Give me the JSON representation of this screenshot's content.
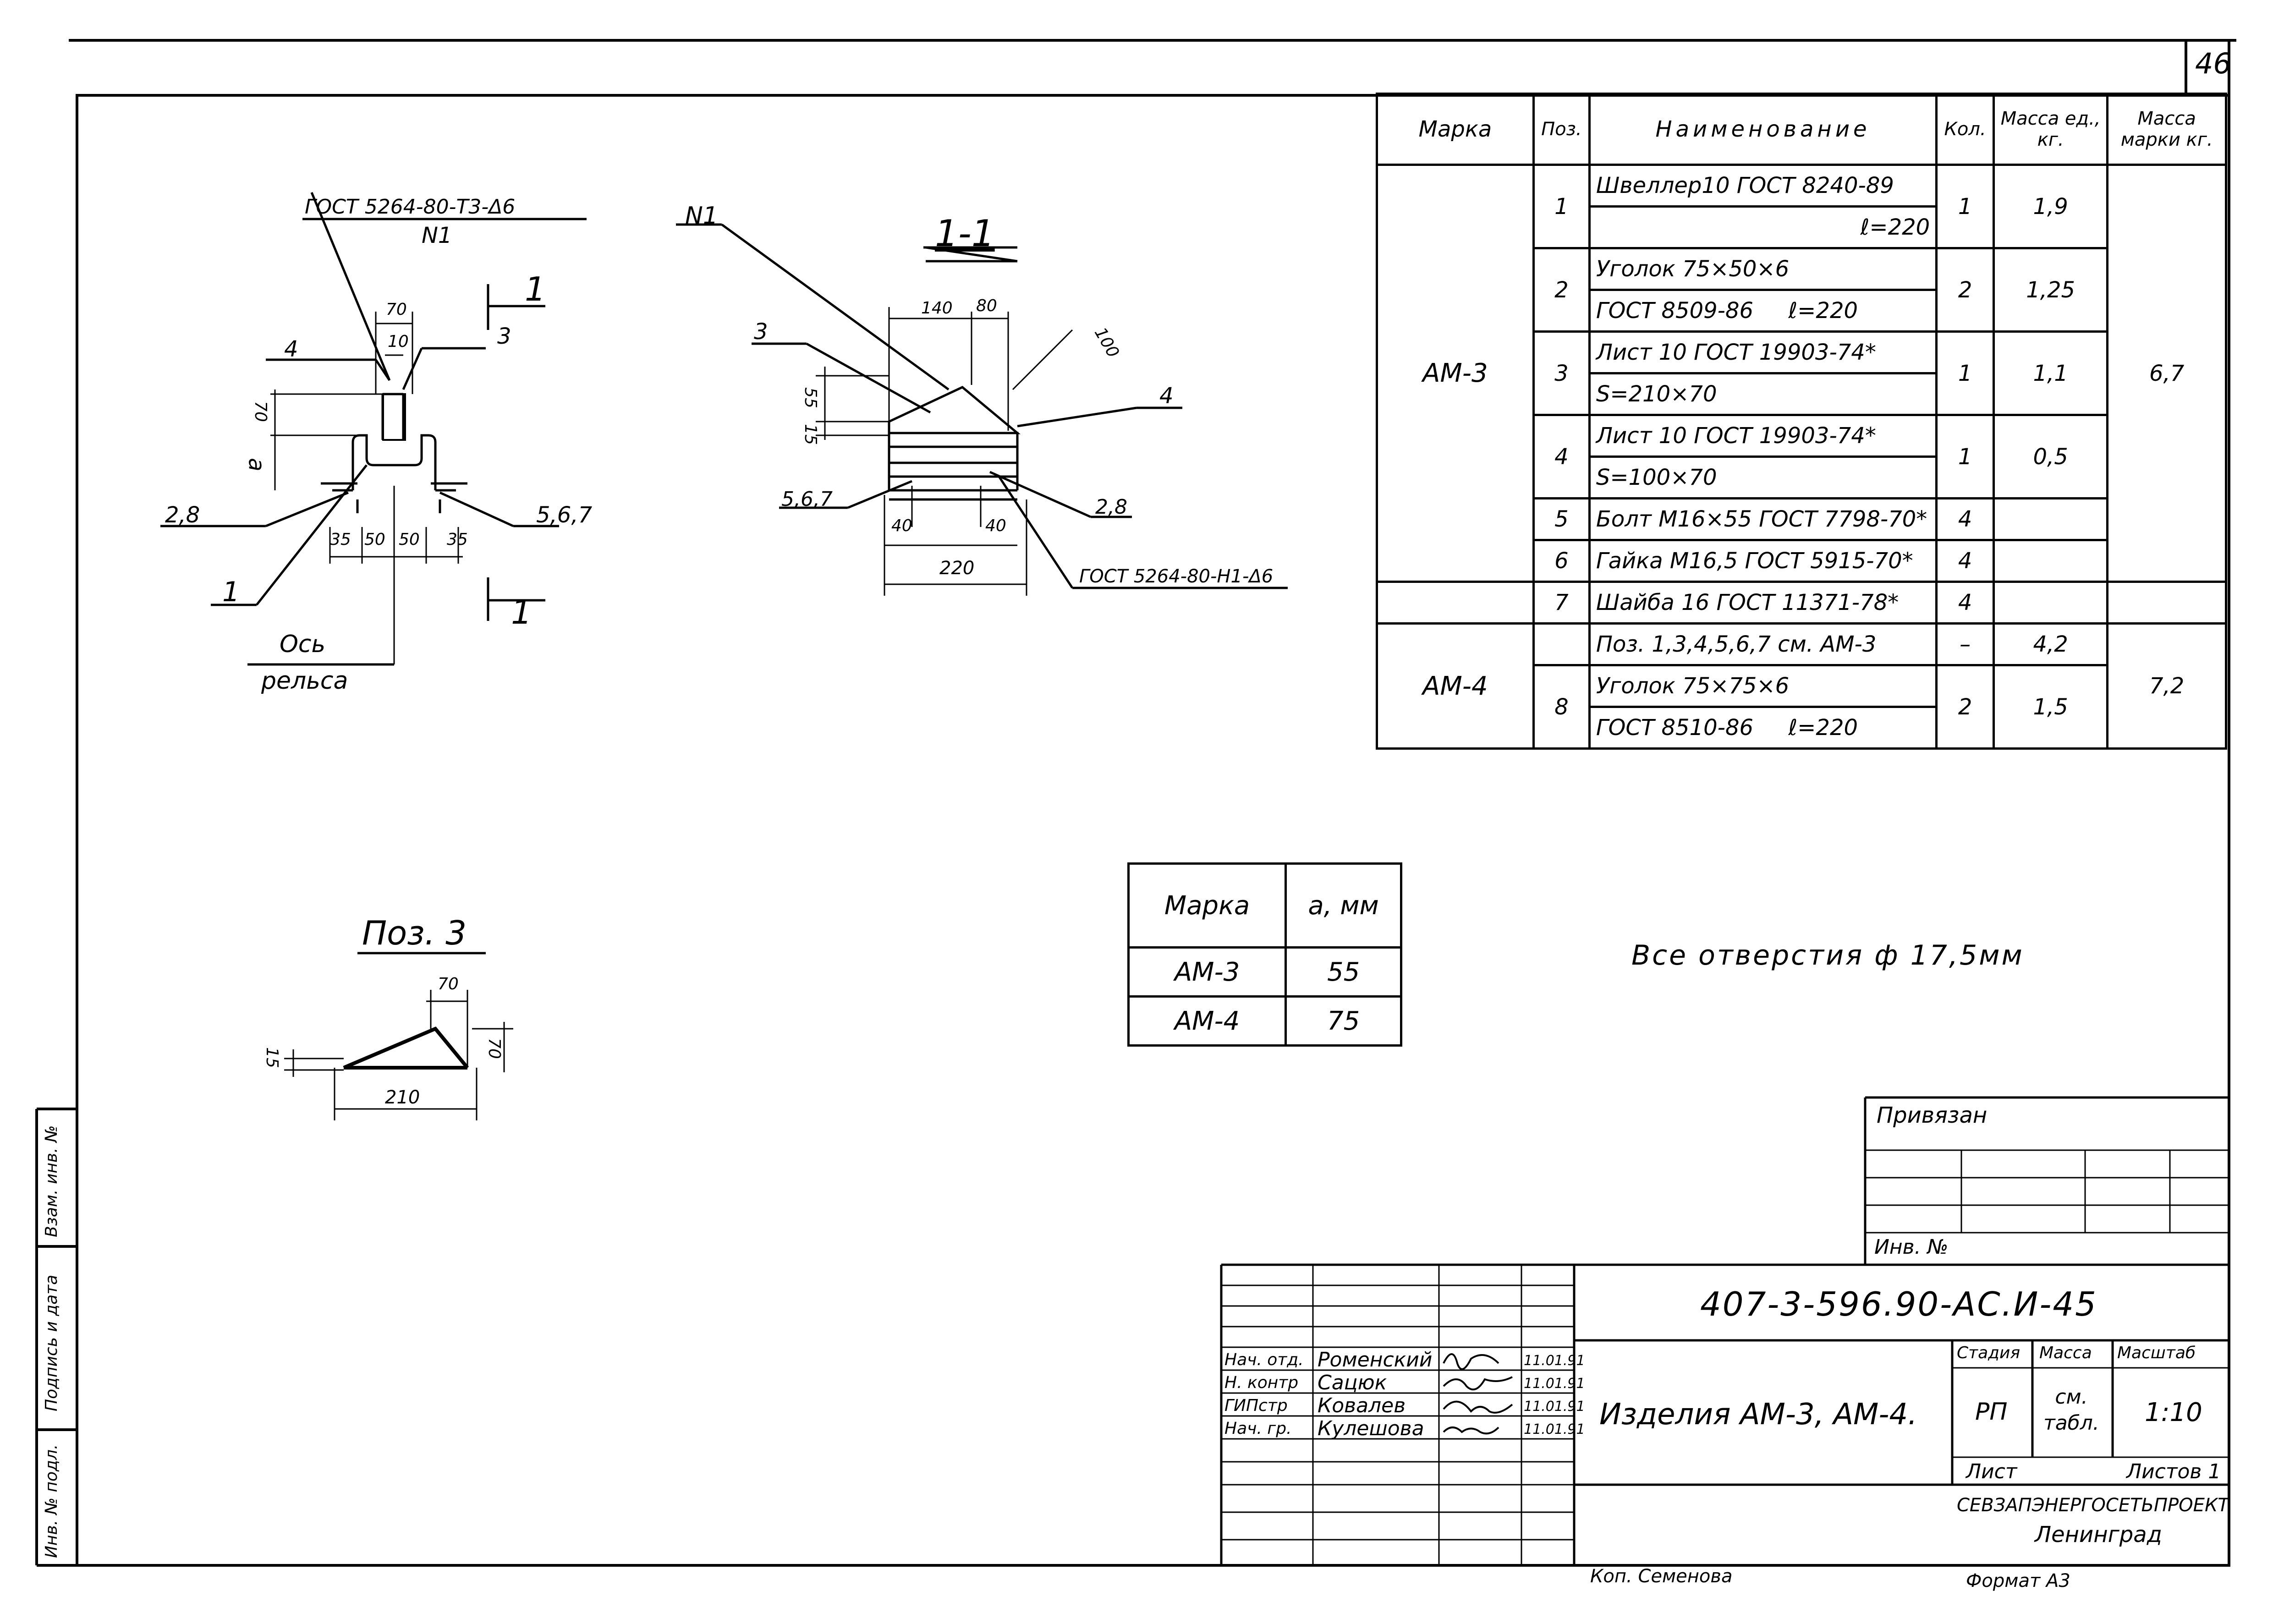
{
  "sheet_number": "46",
  "spec_table": {
    "headers": [
      "Марка",
      "Поз.",
      "Наименование",
      "Кол.",
      "Масса ед., кг.",
      "Масса марки кг."
    ],
    "groups": [
      {
        "mark": "АМ-3",
        "mass_mark": "6,7",
        "rows": [
          {
            "pos": "1",
            "name": "Швеллер10 ГОСТ 8240-89",
            "name2": "ℓ=220",
            "qty": "1",
            "mass": "1,9"
          },
          {
            "pos": "2",
            "name": "Уголок 75×50×6",
            "name2": "ГОСТ 8509-86     ℓ=220",
            "qty": "2",
            "mass": "1,25"
          },
          {
            "pos": "3",
            "name": "Лист 10 ГОСТ 19903-74*",
            "name2": "S=210×70",
            "qty": "1",
            "mass": "1,1"
          },
          {
            "pos": "4",
            "name": "Лист 10 ГОСТ 19903-74*",
            "name2": "S=100×70",
            "qty": "1",
            "mass": "0,5"
          },
          {
            "pos": "5",
            "name": "Болт М16×55 ГОСТ 7798-70*",
            "qty": "4",
            "mass": ""
          },
          {
            "pos": "6",
            "name": "Гайка М16,5 ГОСТ 5915-70*",
            "qty": "4",
            "mass": ""
          },
          {
            "pos": "7",
            "name": "Шайба 16 ГОСТ 11371-78*",
            "qty": "4",
            "mass": ""
          }
        ]
      },
      {
        "mark": "АМ-4",
        "mass_mark": "7,2",
        "rows": [
          {
            "pos": "",
            "name": "Поз. 1,3,4,5,6,7 см. АМ-3",
            "qty": "–",
            "mass": "4,2"
          },
          {
            "pos": "8",
            "name": "Уголок 75×75×6",
            "name2": "ГОСТ 8510-86     ℓ=220",
            "qty": "2",
            "mass": "1,5"
          }
        ]
      }
    ]
  },
  "a_table": {
    "headers": [
      "Марка",
      "a, мм"
    ],
    "rows": [
      [
        "АМ-3",
        "55"
      ],
      [
        "АМ-4",
        "75"
      ]
    ]
  },
  "note": "Все отверстия ф 17,5мм",
  "drawing_labels": {
    "gost_top": "ГОСТ 5264-80-Т3-Δ6",
    "n1_a": "N1",
    "n1_b": "N1",
    "section_mark": "1",
    "section_title": "1-1",
    "pos3_title": "Поз. 3",
    "axis": "Ось",
    "rail": "рельса",
    "gost_bottom": "ГОСТ 5264-80-Н1-Δ6",
    "callout_3": "3",
    "callout_4": "4",
    "callout_1": "1",
    "callout_28": "2,8",
    "callout_567": "5,6,7",
    "callout_3b": "3",
    "callout_4b": "4",
    "callout_28b": "2,8",
    "callout_567b": "5,6,7",
    "dims_left": [
      "70",
      "10",
      "70",
      "a",
      "35",
      "50",
      "50",
      "35"
    ],
    "dims_sec": [
      "140",
      "80",
      "100",
      "55",
      "15",
      "40",
      "40",
      "220"
    ],
    "dims_pos3": [
      "70",
      "15",
      "70",
      "210"
    ]
  },
  "title_block": {
    "privyazan": "Привязан",
    "inv_no": "Инв. №",
    "doc_code": "407-3-596.90-АС.И-45",
    "title": "Изделия АМ-3, АМ-4.",
    "stage_label": "Стадия",
    "mass_label": "Масса",
    "scale_label": "Масштаб",
    "stage": "РП",
    "mass": "см. табл.",
    "scale": "1:10",
    "sheet_label": "Лист",
    "sheets_label": "Листов 1",
    "org": "СЕВЗАПЭНЕРГОСЕТЬПРОЕКТ",
    "city": "Ленинград",
    "signers": [
      {
        "role": "Нач. отд.",
        "name": "Роменский",
        "date": "11.01.91"
      },
      {
        "role": "Н. контр",
        "name": "Сацюк",
        "date": "11.01.91"
      },
      {
        "role": "ГИПстр",
        "name": "Ковалев",
        "date": "11.01.91"
      },
      {
        "role": "Нач. гр.",
        "name": "Кулешова",
        "date": "11.01.91"
      }
    ],
    "copied": "Коп. Семенова",
    "format": "Формат А3"
  },
  "side_labels": [
    "Взам. инв. №",
    "Подпись и дата",
    "Инв. № подл."
  ]
}
